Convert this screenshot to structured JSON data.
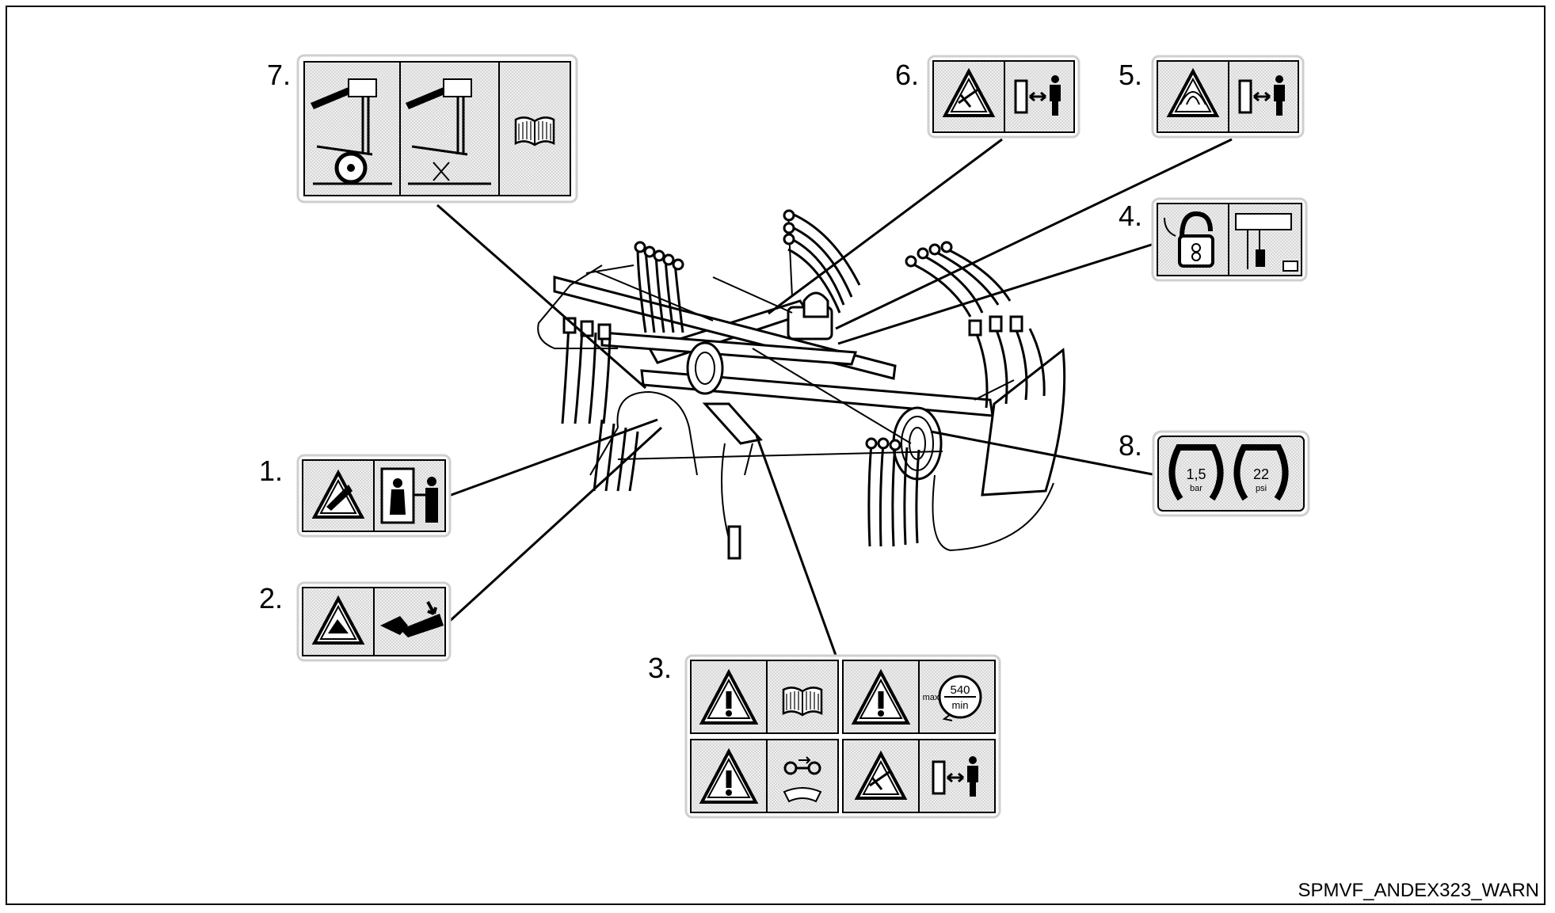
{
  "labels": {
    "decal_1": {
      "number": "1."
    },
    "decal_2": {
      "number": "2."
    },
    "decal_3": {
      "number": "3.",
      "speed_max": "max",
      "speed_value": "540",
      "speed_unit": "min"
    },
    "decal_4": {
      "number": "4."
    },
    "decal_5": {
      "number": "5."
    },
    "decal_6": {
      "number": "6."
    },
    "decal_7": {
      "number": "7."
    },
    "decal_8": {
      "number": "8.",
      "pressure_bar_value": "1,5",
      "pressure_bar_unit": "bar",
      "pressure_psi_value": "22",
      "pressure_psi_unit": "psi"
    }
  },
  "document_code": "SPMVF_ANDEX323_WARN",
  "icons": [
    "warning-triangle-icon",
    "hand-crush-icon",
    "person-at-machine-icon",
    "manual-book-icon",
    "padlock-icon",
    "distance-keep-icon",
    "tire-pressure-icon",
    "rpm-icon"
  ]
}
